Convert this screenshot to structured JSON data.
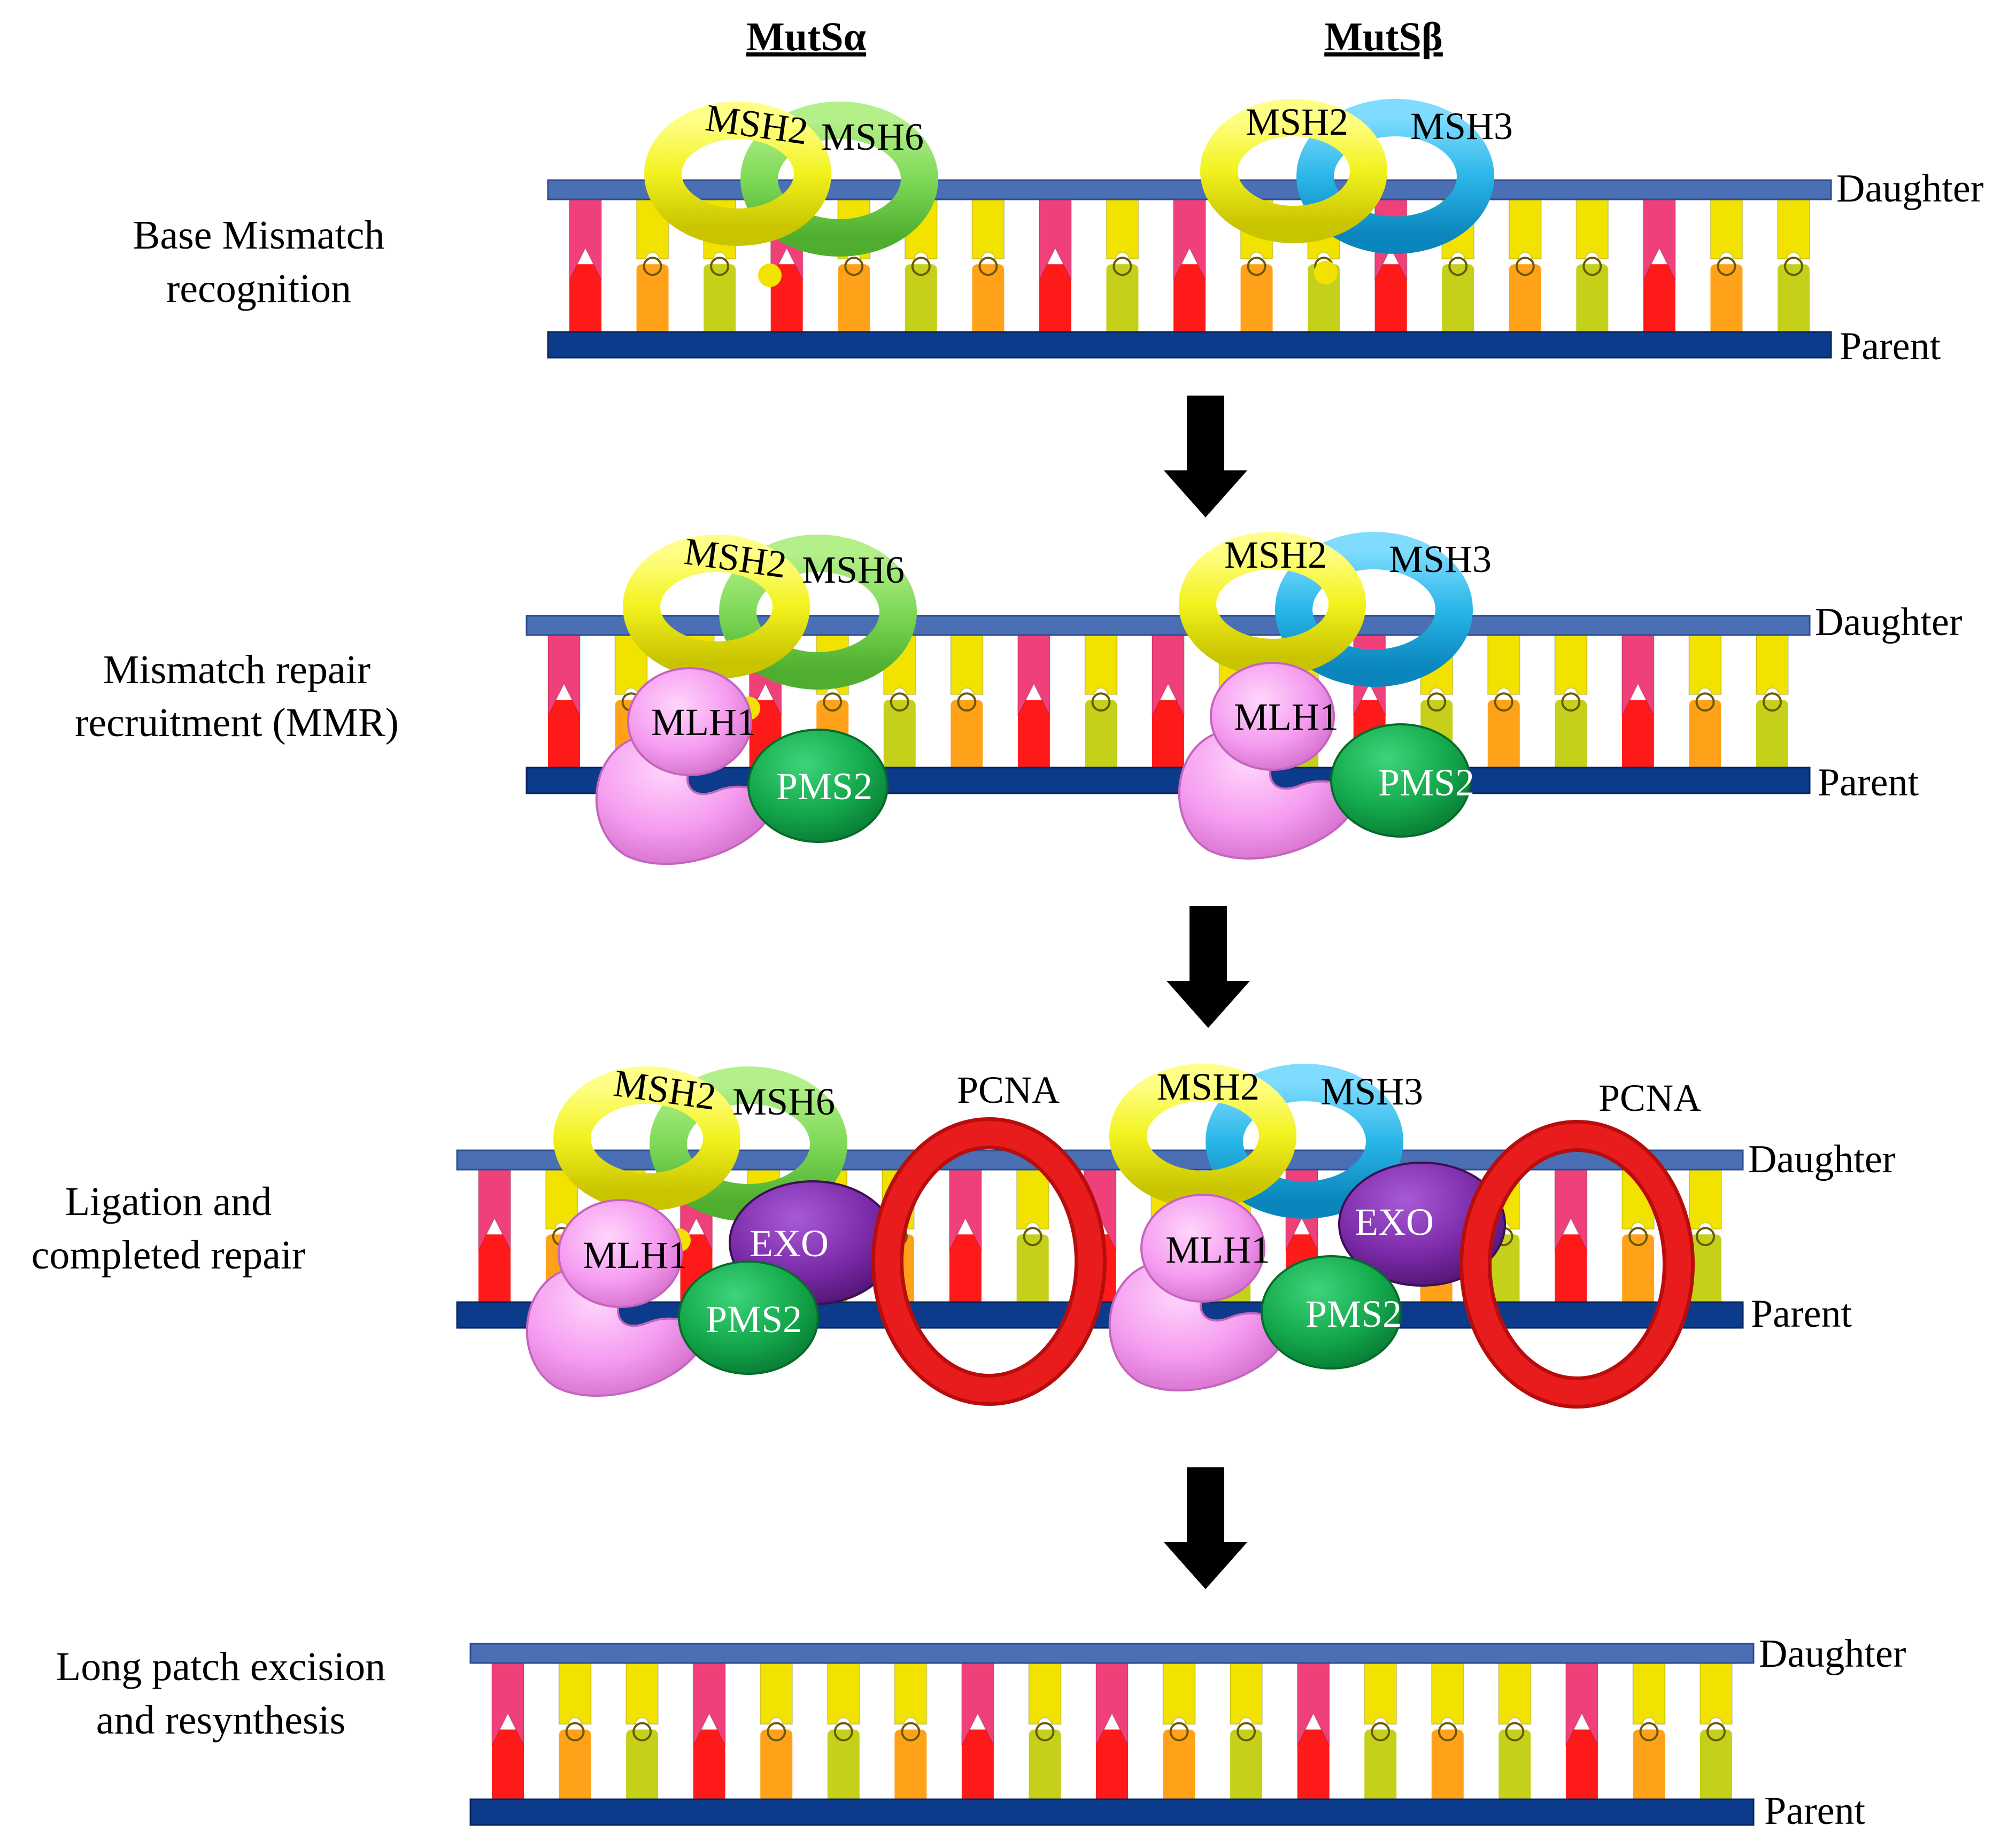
{
  "headers": {
    "left": "MutSα",
    "right": "MutSβ"
  },
  "strands": {
    "daughter": "Daughter",
    "parent": "Parent"
  },
  "stages": [
    {
      "line1": "Base Mismatch",
      "line2": "recognition"
    },
    {
      "line1": "Mismatch repair",
      "line2": "recruitment (MMR)"
    },
    {
      "line1": "Ligation and",
      "line2": "completed repair"
    },
    {
      "line1": "Long patch excision",
      "line2": "and resynthesis"
    }
  ],
  "proteins": {
    "msh2": "MSH2",
    "msh6": "MSH6",
    "msh3": "MSH3",
    "mlh1": "MLH1",
    "pms2": "PMS2",
    "exo": "EXO",
    "pcna": "PCNA"
  },
  "colors": {
    "daughter_strand": "#4a6fb5",
    "parent_strand": "#0d3b8c",
    "base_red": "#ff1a1a",
    "base_orange": "#ffa21a",
    "base_olive": "#c4d01a",
    "base_yellow": "#f2e200",
    "base_pink": "#f0407a",
    "msh2": "#f2f21e",
    "msh6": "#7ed957",
    "msh3": "#2ab6e8",
    "mlh1": "#f59cf0",
    "pms2": "#14a84c",
    "exo": "#7b2aa8",
    "pcna": "#e81c1c",
    "arrow": "#000000"
  },
  "icons": [
    "down-arrow-icon",
    "down-arrow-icon",
    "down-arrow-icon"
  ]
}
